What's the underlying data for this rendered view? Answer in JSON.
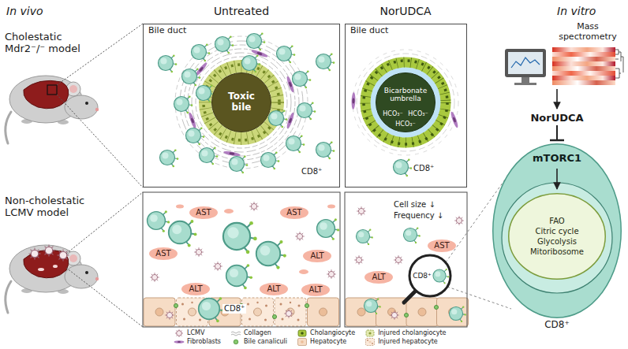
{
  "diagram": {
    "nodes": [
      {
        "text": [
          "Bile duct"
        ]
      },
      {
        "text": [
          "Toxic bile"
        ],
        "in": 0
      },
      {
        "text": [
          "Bile duct"
        ]
      },
      {
        "text": [
          "Bicarbonate umbrella"
        ],
        "in": 2
      },
      {
        "text": [
          "AST"
        ]
      },
      {
        "text": [
          "AST"
        ]
      },
      {
        "text": [
          "AST"
        ]
      },
      {
        "text": [
          "ALT"
        ]
      },
      {
        "text": [
          "ALT"
        ]
      },
      {
        "text": [
          "ALT"
        ]
      },
      {
        "text": [
          "ALT"
        ]
      },
      {
        "text": [
          "AST"
        ]
      },
      {
        "text": [
          "ALT"
        ]
      },
      {
        "text": [
          "mTORC1"
        ]
      },
      {
        "text": [
          "FAO",
          "Citric cycle",
          "Glycolysis",
          "Mitoribosome"
        ],
        "in": 13
      }
    ],
    "labels": [
      "In vivo",
      "Untreated",
      "NorUDCA",
      "In vitro",
      "Cholestatic Mdr2⁻/⁻ model",
      "Non-cholestatic LCMV model",
      "CD8⁺",
      "HCO₃⁻",
      "HCO₃⁻",
      "HCO₃⁻",
      "CD8⁺",
      "CD8⁺",
      "Cell size ↓",
      "Frequency ↓",
      "CD8⁺",
      "Mass spectrometry",
      "NorUDCA",
      "CD8⁺"
    ],
    "legend": [
      {
        "text": "LCMV"
      },
      {
        "text": "Collagen"
      },
      {
        "text": "Cholangiocyte"
      },
      {
        "text": "Injured cholangiocyte"
      },
      {
        "text": "Fibroblasts"
      },
      {
        "text": "Bile canaliculi"
      },
      {
        "text": "Hepatocyte"
      },
      {
        "text": "Injured hepatocyte"
      }
    ]
  }
}
